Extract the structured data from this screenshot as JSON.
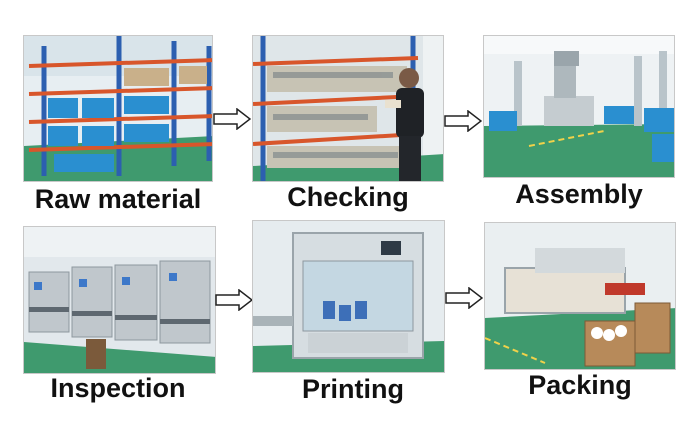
{
  "process": {
    "steps": [
      {
        "label": "Raw material",
        "photo": "warehouse-shelving-photo"
      },
      {
        "label": "Checking",
        "photo": "worker-checking-stock-photo"
      },
      {
        "label": "Assembly",
        "photo": "assembly-line-photo"
      },
      {
        "label": "Inspection",
        "photo": "inspection-machines-photo"
      },
      {
        "label": "Printing",
        "photo": "printing-machine-photo"
      },
      {
        "label": "Packing",
        "photo": "shrink-wrap-packing-photo"
      }
    ],
    "arrow_icon": "right-arrow-icon",
    "colors": {
      "shelf_blue": "#2c5fb0",
      "shelf_orange": "#d8562b",
      "floor_green": "#3f9a6e",
      "bin_blue": "#2a8fd0"
    }
  }
}
